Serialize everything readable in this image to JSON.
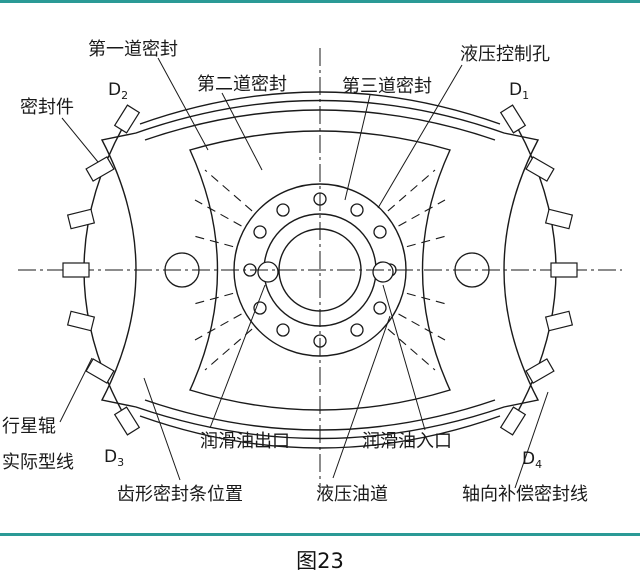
{
  "labels": {
    "seal_first": "第一道密封",
    "seal_second": "第二道密封",
    "seal_third": "第三道密封",
    "hydraulic_control_hole": "液压控制孔",
    "seal_part": "密封件",
    "planet_roller": "行星辊",
    "actual_profile_line": "实际型线",
    "oil_outlet": "润滑油出口",
    "oil_inlet": "润滑油入口",
    "tooth_seal_position": "齿形密封条位置",
    "hydraulic_oil_channel": "液压油道",
    "axial_seal_line": "轴向补偿密封线"
  },
  "corner_marks": {
    "d1": {
      "letter": "D",
      "sub": "1"
    },
    "d2": {
      "letter": "D",
      "sub": "2"
    },
    "d3": {
      "letter": "D",
      "sub": "3"
    },
    "d4": {
      "letter": "D",
      "sub": "4"
    }
  },
  "caption": "图23",
  "colors": {
    "line": "#1a1a1a",
    "accent_rule": "#2a9a96",
    "background": "#ffffff"
  }
}
